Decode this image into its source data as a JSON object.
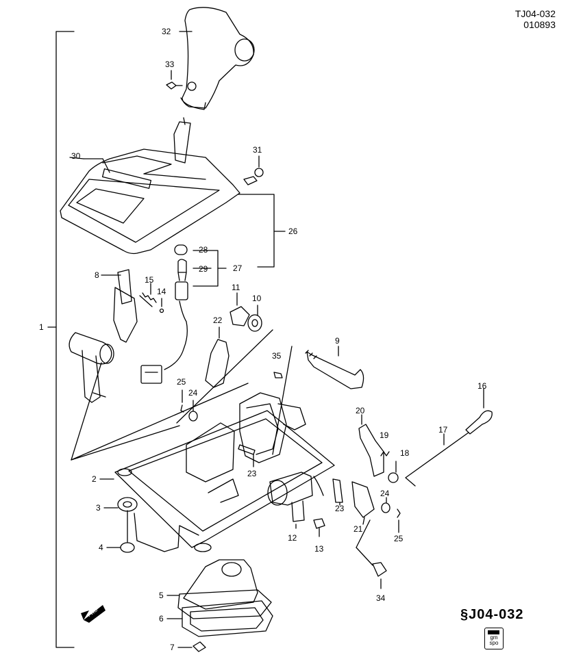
{
  "header": {
    "code_line1": "TJ04-032",
    "code_line2": "010893"
  },
  "footer": {
    "brand_code": "J04-032",
    "logo_text": "gm spo",
    "fwd_label": "FWD"
  },
  "callouts": [
    "1",
    "2",
    "3",
    "4",
    "5",
    "6",
    "7",
    "8",
    "9",
    "10",
    "11",
    "12",
    "13",
    "14",
    "15",
    "16",
    "17",
    "18",
    "19",
    "20",
    "21",
    "22",
    "23",
    "23",
    "24",
    "24",
    "25",
    "25",
    "26",
    "27",
    "28",
    "29",
    "30",
    "31",
    "32",
    "33",
    "34",
    "35"
  ],
  "icons": {
    "brand_mark": "suzuki-s-icon",
    "fwd_arrow": "forward-arrow-icon",
    "logo": "gm-spo-logo-icon"
  }
}
